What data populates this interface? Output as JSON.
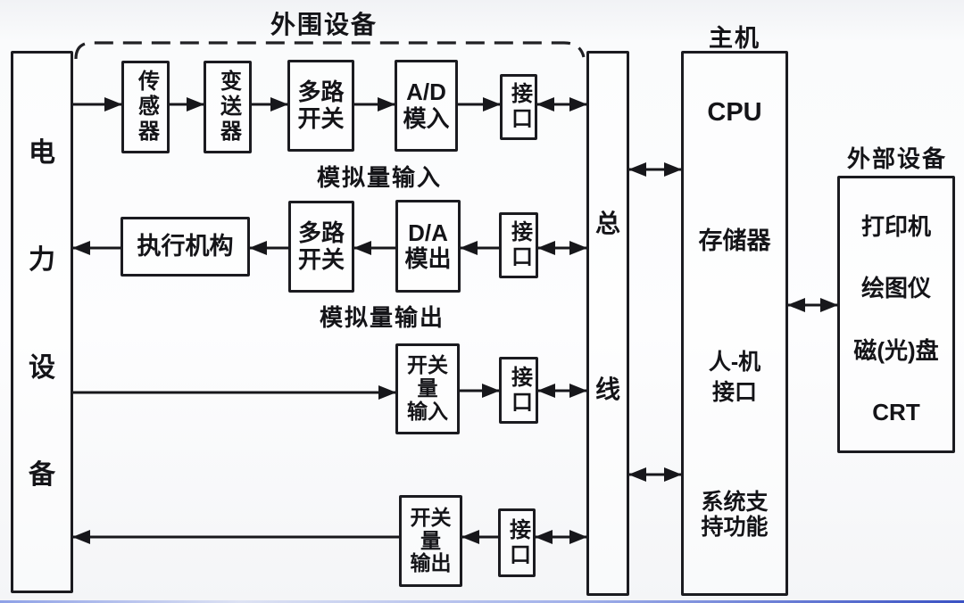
{
  "labels": {
    "peripheral_group": "外围设备",
    "host_group": "主机",
    "external_group": "外部设备",
    "analog_input": "模拟量输入",
    "analog_output": "模拟量输出"
  },
  "power_device": {
    "chars": [
      "电",
      "力",
      "设",
      "备"
    ]
  },
  "bus": {
    "chars": [
      "总",
      "线"
    ]
  },
  "nodes": {
    "sensor": {
      "label": "传感器"
    },
    "transmitter": {
      "label": "变送器"
    },
    "multiplexer_in": {
      "lines": [
        "多路",
        "开关"
      ]
    },
    "ad_input": {
      "lines": [
        "A/D",
        "模入"
      ]
    },
    "interface_analog_in": {
      "label": "接口"
    },
    "actuator": {
      "label": "执行机构"
    },
    "multiplexer_out": {
      "lines": [
        "多路",
        "开关"
      ]
    },
    "da_output": {
      "lines": [
        "D/A",
        "模出"
      ]
    },
    "interface_analog_out": {
      "label": "接口"
    },
    "digital_input": {
      "lines": [
        "开关",
        "量",
        "输入"
      ]
    },
    "interface_digital_in": {
      "label": "接口"
    },
    "digital_output": {
      "lines": [
        "开关",
        "量",
        "输出"
      ]
    },
    "interface_digital_out": {
      "label": "接口"
    }
  },
  "host": {
    "items": [
      {
        "lines": [
          "CPU"
        ]
      },
      {
        "lines": [
          "存储器"
        ]
      },
      {
        "lines": [
          "人-机",
          "接口"
        ]
      },
      {
        "lines": [
          "系统支",
          "持功能"
        ]
      }
    ]
  },
  "external": {
    "items": [
      "打印机",
      "绘图仪",
      "磁(光)盘",
      "CRT"
    ]
  },
  "colors": {
    "line": "#17171b",
    "bottom_accent": "#3a5bd9",
    "background": "#f5f6f8"
  }
}
